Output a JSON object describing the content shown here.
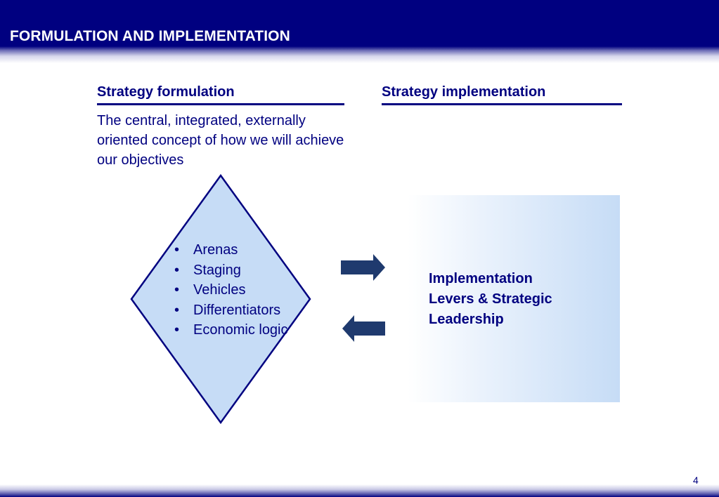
{
  "header": {
    "title": "FORMULATION AND IMPLEMENTATION"
  },
  "columns": {
    "formulation": {
      "heading": "Strategy formulation",
      "description": "The central, integrated, externally oriented concept of how we will achieve our objectives"
    },
    "implementation": {
      "heading": "Strategy implementation"
    }
  },
  "diamond": {
    "items": [
      "Arenas",
      "Staging",
      "Vehicles",
      "Differentiators",
      "Economic logic"
    ]
  },
  "implementation_box": {
    "lines": [
      "Implementation",
      "Levers & Strategic",
      "Leadership"
    ]
  },
  "arrows": [
    "right-arrow",
    "left-arrow"
  ],
  "colors": {
    "navy": "#000080",
    "diamond_fill": "#c6dcf6",
    "arrow_fill": "#1f3a6e"
  },
  "footer": {
    "page_number": "4"
  }
}
